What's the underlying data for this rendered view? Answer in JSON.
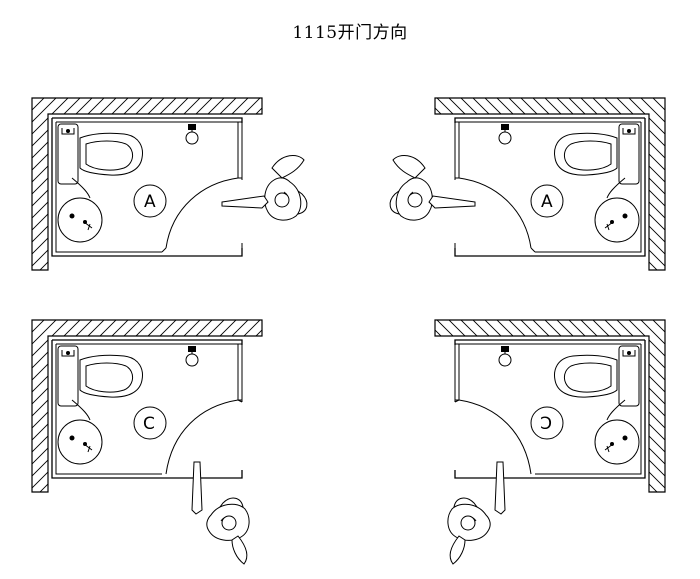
{
  "title": "1115开门方向",
  "plans": [
    {
      "id": "top-left",
      "room_label": "A"
    },
    {
      "id": "top-right",
      "room_label": "A"
    },
    {
      "id": "bottom-left",
      "room_label": "C"
    },
    {
      "id": "bottom-right",
      "room_label": "C"
    }
  ]
}
